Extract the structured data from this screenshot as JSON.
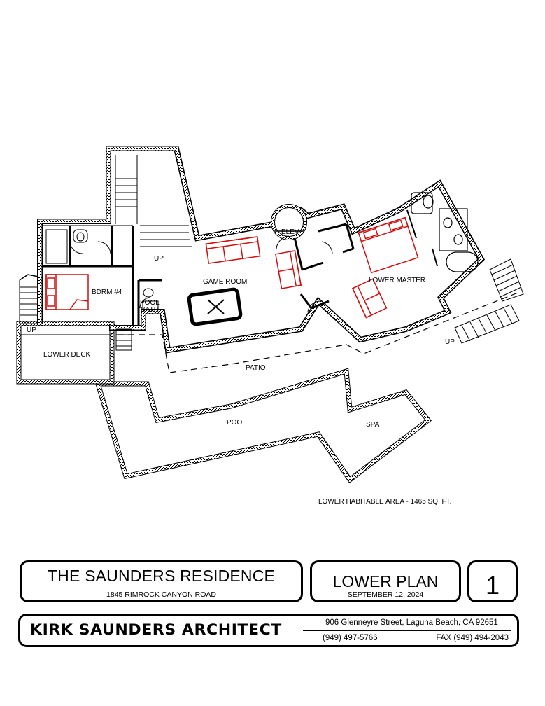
{
  "plan": {
    "rooms": {
      "bdrm4": "BDRM  #4",
      "game_room": "GAME ROOM",
      "lower_master": "LOWER MASTER",
      "lower_deck": "LOWER DECK",
      "patio": "PATIO",
      "pool": "POOL",
      "spa": "SPA",
      "elev": "ELEV",
      "pool_bath_1": "POOL",
      "pool_bath_2": "BATH"
    },
    "stair_labels": {
      "up_left": "UP",
      "up_game": "UP",
      "up_right": "UP"
    },
    "area_note": "LOWER HABITABLE AREA - 1465 SQ. FT.",
    "colors": {
      "furniture": "#cc1111",
      "walls": "#000000"
    }
  },
  "title_block": {
    "project": "THE SAUNDERS RESIDENCE",
    "address": "1845 RIMROCK CANYON ROAD",
    "sheet_title": "LOWER PLAN",
    "date": "SEPTEMBER 12, 2024",
    "sheet_number": "1"
  },
  "firm_block": {
    "name": "KIRK SAUNDERS ARCHITECT",
    "street": "906 Glenneyre Street, Laguna Beach, CA  92651",
    "phone": "(949) 497-5766",
    "fax": "FAX (949) 494-2043"
  }
}
